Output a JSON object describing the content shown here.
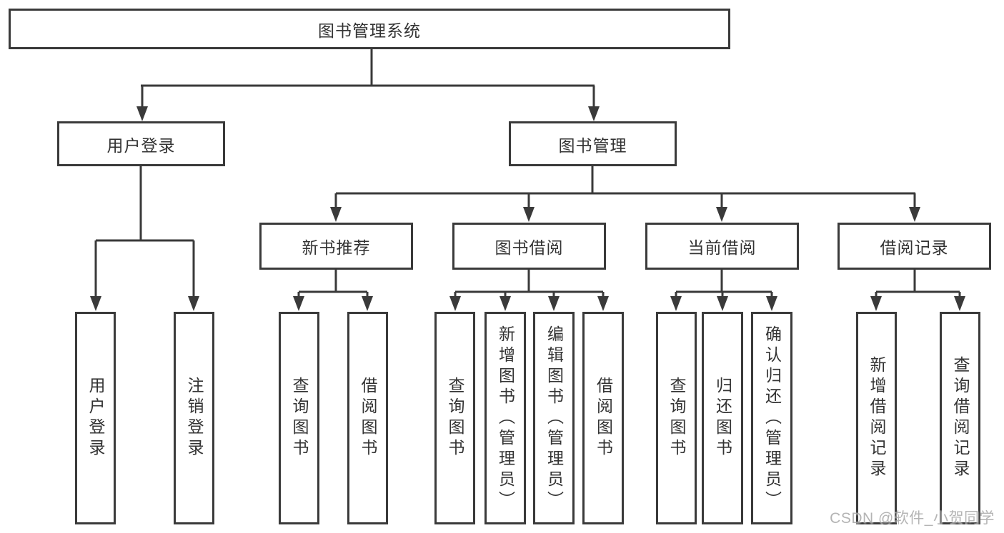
{
  "tree": {
    "label": "图书管理系统",
    "children": [
      {
        "label": "用户登录",
        "children": [
          {
            "label": "用户登录"
          },
          {
            "label": "注销登录"
          }
        ]
      },
      {
        "label": "图书管理",
        "children": [
          {
            "label": "新书推荐",
            "children": [
              {
                "label": "查询图书"
              },
              {
                "label": "借阅图书"
              }
            ]
          },
          {
            "label": "图书借阅",
            "children": [
              {
                "label": "查询图书"
              },
              {
                "label": "新增图书（管理员）"
              },
              {
                "label": "编辑图书（管理员）"
              },
              {
                "label": "借阅图书"
              }
            ]
          },
          {
            "label": "当前借阅",
            "children": [
              {
                "label": "查询图书"
              },
              {
                "label": "归还图书"
              },
              {
                "label": "确认归还（管理员）"
              }
            ]
          },
          {
            "label": "借阅记录",
            "children": [
              {
                "label": "新增借阅记录"
              },
              {
                "label": "查询借阅记录"
              }
            ]
          }
        ]
      }
    ]
  },
  "watermark": {
    "text": "CSDN @软件_小贺同学",
    "color": "#a8a8a8"
  },
  "colors": {
    "line": "#3a3a3a",
    "text": "#333333",
    "background": "#ffffff"
  }
}
